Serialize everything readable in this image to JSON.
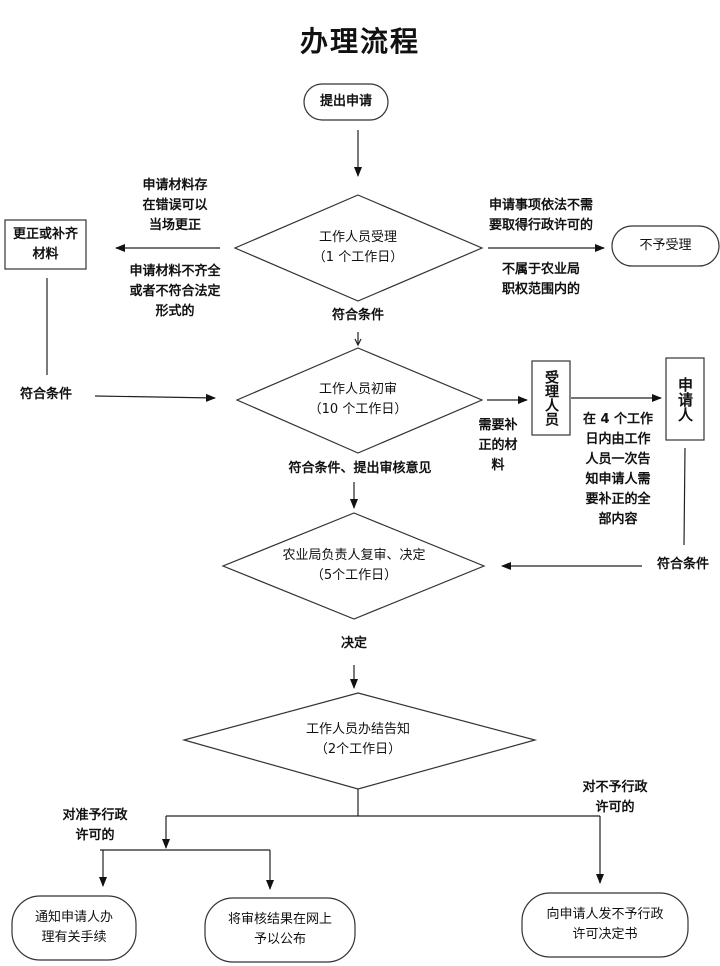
{
  "title": "办理流程",
  "nodes": {
    "submit": "提出申请",
    "accept": "工作人员受理\n（1 个工作日）",
    "correct": "更正或补齐\n材料",
    "reject": "不予受理",
    "initial_review": "工作人员初审\n（10 个工作日）",
    "staff": "受理人员",
    "applicant": "申请人",
    "final_review": "农业局负责人复审、决定\n（5个工作日）",
    "notify": "工作人员办结告知\n（2个工作日）",
    "out_notify": "通知申请人办\n理有关手续",
    "out_publish": "将审核结果在网上\n予以公布",
    "out_deny": "向申请人发不予行政\n许可决定书"
  },
  "labels": {
    "err_fixable": "申请材料存\n在错误可以\n当场更正",
    "incomplete": "申请材料不齐全\n或者不符合法定\n形式的",
    "not_required": "申请事项依法不需\n要取得行政许可的",
    "out_of_scope": "不属于农业局\n职权范围内的",
    "ok_1": "符合条件",
    "ok_left": "符合条件",
    "need_fix": "需要补\n正的材\n料",
    "four_days": "在 4 个工作\n日内由工作\n人员一次告\n知申请人需\n要补正的全\n部内容",
    "ok_propose": "符合条件、提出审核意见",
    "ok_right": "符合条件",
    "decision": "决定",
    "grant": "对准予行政\n许可的",
    "deny": "对不予行政\n许可的"
  }
}
